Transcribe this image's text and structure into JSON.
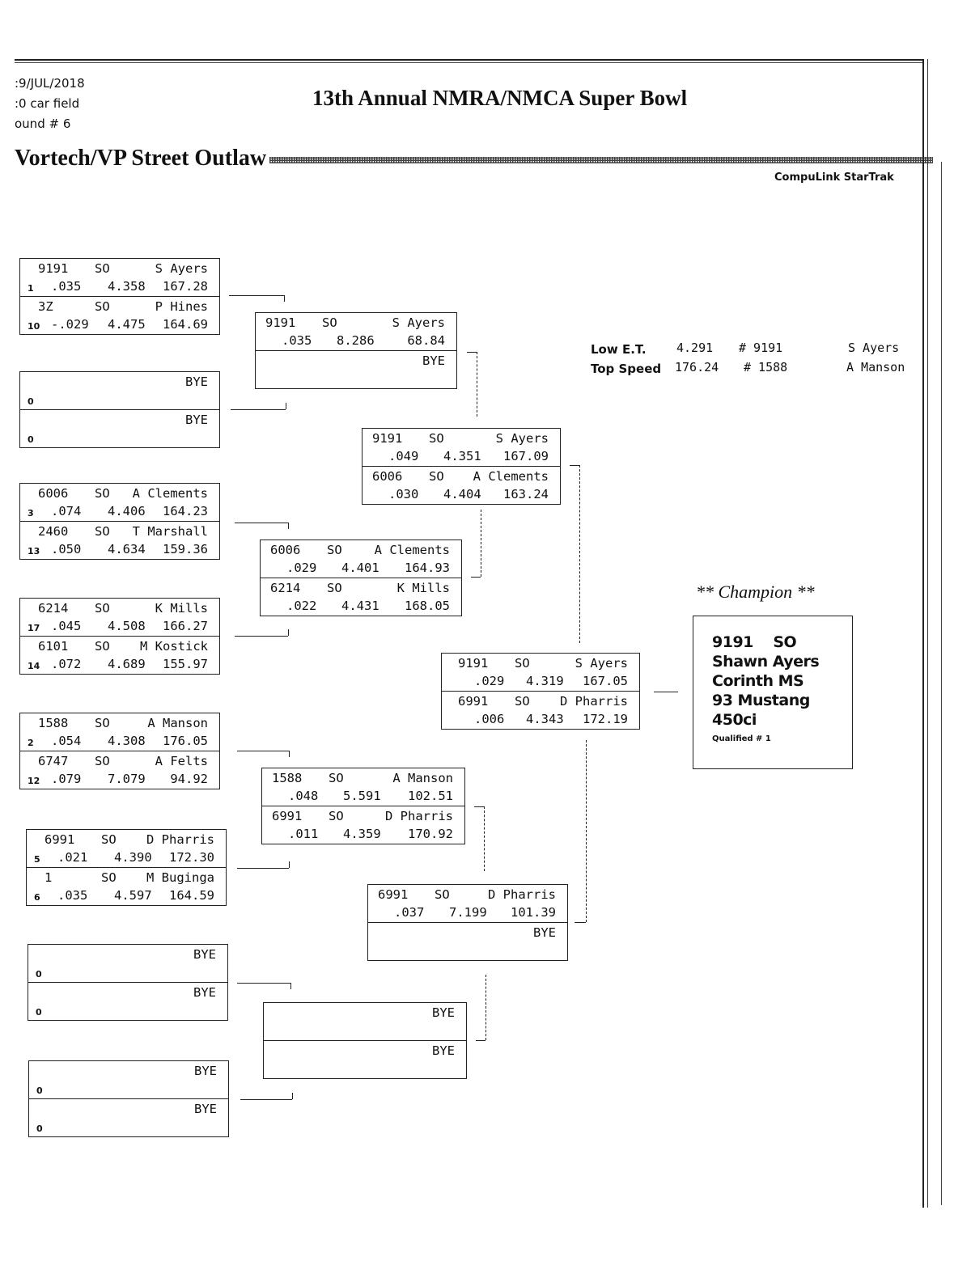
{
  "header": {
    "date": ":9/JUL/2018",
    "field": ":0 car field",
    "round": "ound # 6",
    "event_title": "13th Annual NMRA/NMCA Super Bowl",
    "class_title": "Vortech/VP Street Outlaw",
    "brand": "CompuLink StarTrak"
  },
  "stats": {
    "low_et": {
      "label": "Low  E.T.",
      "value": "4.291",
      "car": "# 9191",
      "driver": "S Ayers"
    },
    "top_speed": {
      "label": "Top Speed",
      "value": "176.24",
      "car": "# 1588",
      "driver": "A Manson"
    }
  },
  "round1": [
    {
      "top": {
        "car": "9191",
        "cls": "SO",
        "driver": "S Ayers",
        "seed": "1",
        "rt": ".035",
        "et": "4.358",
        "mph": "167.28"
      },
      "bottom": {
        "car": "3Z",
        "cls": "SO",
        "driver": "P Hines",
        "seed": "10",
        "rt": "-.029",
        "et": "4.475",
        "mph": "164.69"
      }
    },
    {
      "top": {
        "car": "",
        "cls": "",
        "driver": "BYE",
        "seed": "0",
        "rt": "",
        "et": "",
        "mph": ""
      },
      "bottom": {
        "car": "",
        "cls": "",
        "driver": "BYE",
        "seed": "0",
        "rt": "",
        "et": "",
        "mph": ""
      }
    },
    {
      "top": {
        "car": "6006",
        "cls": "SO",
        "driver": "A Clements",
        "seed": "3",
        "rt": ".074",
        "et": "4.406",
        "mph": "164.23"
      },
      "bottom": {
        "car": "2460",
        "cls": "SO",
        "driver": "T Marshall",
        "seed": "13",
        "rt": ".050",
        "et": "4.634",
        "mph": "159.36"
      }
    },
    {
      "top": {
        "car": "6214",
        "cls": "SO",
        "driver": "K Mills",
        "seed": "17",
        "rt": ".045",
        "et": "4.508",
        "mph": "166.27"
      },
      "bottom": {
        "car": "6101",
        "cls": "SO",
        "driver": "M Kostick",
        "seed": "14",
        "rt": ".072",
        "et": "4.689",
        "mph": "155.97"
      }
    },
    {
      "top": {
        "car": "1588",
        "cls": "SO",
        "driver": "A Manson",
        "seed": "2",
        "rt": ".054",
        "et": "4.308",
        "mph": "176.05"
      },
      "bottom": {
        "car": "6747",
        "cls": "SO",
        "driver": "A Felts",
        "seed": "12",
        "rt": ".079",
        "et": "7.079",
        "mph": "94.92"
      }
    },
    {
      "top": {
        "car": "6991",
        "cls": "SO",
        "driver": "D Pharris",
        "seed": "5",
        "rt": ".021",
        "et": "4.390",
        "mph": "172.30"
      },
      "bottom": {
        "car": "1",
        "cls": "SO",
        "driver": "M Buginga",
        "seed": "6",
        "rt": ".035",
        "et": "4.597",
        "mph": "164.59"
      }
    },
    {
      "top": {
        "car": "",
        "cls": "",
        "driver": "BYE",
        "seed": "0",
        "rt": "",
        "et": "",
        "mph": ""
      },
      "bottom": {
        "car": "",
        "cls": "",
        "driver": "BYE",
        "seed": "0",
        "rt": "",
        "et": "",
        "mph": ""
      }
    },
    {
      "top": {
        "car": "",
        "cls": "",
        "driver": "BYE",
        "seed": "0",
        "rt": "",
        "et": "",
        "mph": ""
      },
      "bottom": {
        "car": "",
        "cls": "",
        "driver": "BYE",
        "seed": "0",
        "rt": "",
        "et": "",
        "mph": ""
      }
    }
  ],
  "round2": [
    {
      "top": {
        "car": "9191",
        "cls": "SO",
        "driver": "S Ayers",
        "rt": ".035",
        "et": "8.286",
        "mph": "68.84"
      },
      "bottom": {
        "car": "",
        "cls": "",
        "driver": "BYE",
        "rt": "",
        "et": "",
        "mph": ""
      }
    },
    {
      "top": {
        "car": "6006",
        "cls": "SO",
        "driver": "A Clements",
        "rt": ".029",
        "et": "4.401",
        "mph": "164.93"
      },
      "bottom": {
        "car": "6214",
        "cls": "SO",
        "driver": "K Mills",
        "rt": ".022",
        "et": "4.431",
        "mph": "168.05"
      }
    },
    {
      "top": {
        "car": "1588",
        "cls": "SO",
        "driver": "A Manson",
        "rt": ".048",
        "et": "5.591",
        "mph": "102.51"
      },
      "bottom": {
        "car": "6991",
        "cls": "SO",
        "driver": "D Pharris",
        "rt": ".011",
        "et": "4.359",
        "mph": "170.92"
      }
    },
    {
      "top": {
        "car": "",
        "cls": "",
        "driver": "BYE",
        "rt": "",
        "et": "",
        "mph": ""
      },
      "bottom": {
        "car": "",
        "cls": "",
        "driver": "BYE",
        "rt": "",
        "et": "",
        "mph": ""
      }
    }
  ],
  "round3": [
    {
      "top": {
        "car": "9191",
        "cls": "SO",
        "driver": "S Ayers",
        "rt": ".049",
        "et": "4.351",
        "mph": "167.09"
      },
      "bottom": {
        "car": "6006",
        "cls": "SO",
        "driver": "A Clements",
        "rt": ".030",
        "et": "4.404",
        "mph": "163.24"
      }
    },
    {
      "top": {
        "car": "6991",
        "cls": "SO",
        "driver": "D Pharris",
        "rt": ".037",
        "et": "7.199",
        "mph": "101.39"
      },
      "bottom": {
        "car": "",
        "cls": "",
        "driver": "BYE",
        "rt": "",
        "et": "",
        "mph": ""
      }
    }
  ],
  "final": {
    "top": {
      "car": "9191",
      "cls": "SO",
      "driver": "S Ayers",
      "rt": ".029",
      "et": "4.319",
      "mph": "167.05"
    },
    "bottom": {
      "car": "6991",
      "cls": "SO",
      "driver": "D Pharris",
      "rt": ".006",
      "et": "4.343",
      "mph": "172.19"
    }
  },
  "champion": {
    "heading": "** Champion **",
    "car_class": "9191    SO",
    "name": "Shawn Ayers",
    "hometown": "Corinth MS",
    "vehicle": "93 Mustang",
    "engine": "450ci",
    "qualified": "Qualified # 1"
  }
}
